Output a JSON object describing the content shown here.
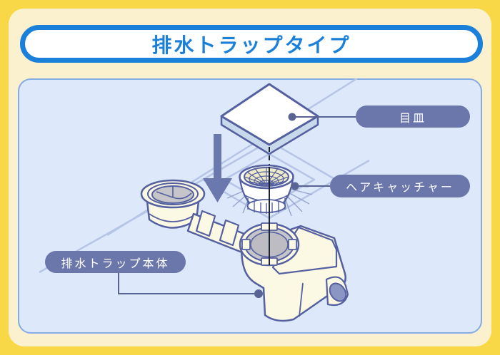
{
  "title": "排水トラップタイプ",
  "diagram": {
    "labels": {
      "strainer": "目皿",
      "hair_catcher": "ヘアキャッチャー",
      "trap_body": "排水トラップ本体"
    }
  },
  "colors": {
    "frame_yellow": "#F8D846",
    "frame_cream": "#FBF1CE",
    "panel_blue": "#DDE8FA",
    "panel_border": "#85ABE6",
    "title_blue": "#1B80D9",
    "label_pill": "#6B76AB",
    "label_text": "#FFFFFF",
    "outline": "#5560A0",
    "part_cream": "#FBF8E4",
    "mesh_cream": "#EFEBC8",
    "interior_gray": "#C6C5CA",
    "plate_side": "#C9D9EC",
    "floor_line": "#B6C4E6",
    "arrow": "#6B78AE",
    "leader_line": "#5A6494",
    "outlet_opening": "#8C96C4"
  }
}
